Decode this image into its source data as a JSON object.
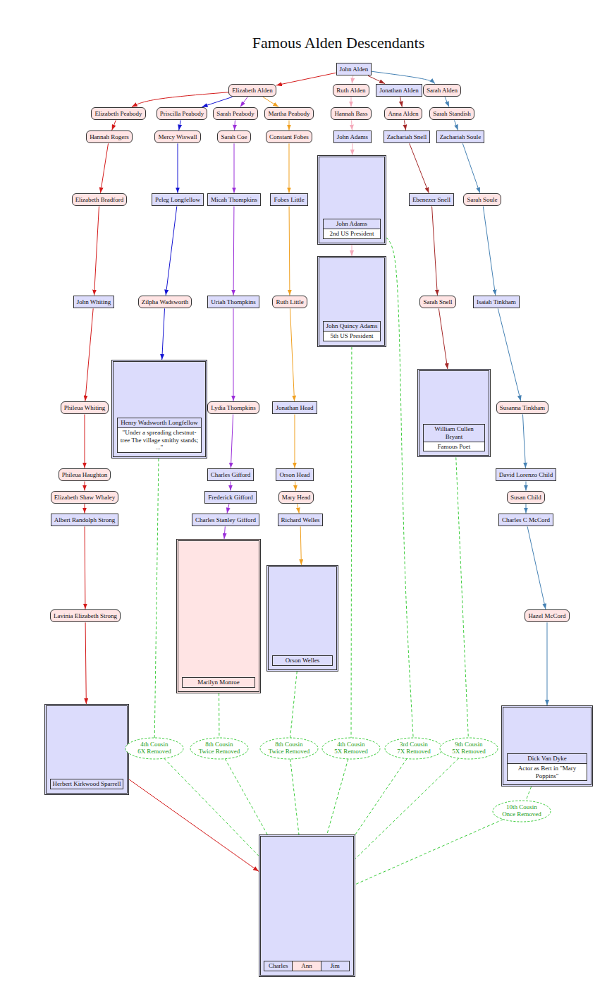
{
  "diagram": {
    "title": "Famous Alden Descendants",
    "nodes": [
      {
        "text": [
          "John Alden"
        ]
      },
      {
        "text": [
          "Elizabeth Alden"
        ]
      },
      {
        "text": [
          "Ruth Alden"
        ]
      },
      {
        "text": [
          "Jonathan Alden"
        ]
      },
      {
        "text": [
          "Sarah Alden"
        ]
      },
      {
        "text": [
          "Elizabeth Peabody"
        ]
      },
      {
        "text": [
          "Priscilla Peabody"
        ]
      },
      {
        "text": [
          "Sarah Peabody"
        ]
      },
      {
        "text": [
          "Martha Peabody"
        ]
      },
      {
        "text": [
          "Hannah Bass"
        ]
      },
      {
        "text": [
          "Anna Alden"
        ]
      },
      {
        "text": [
          "Sarah Standish"
        ]
      },
      {
        "text": [
          "Hannah Rogers"
        ]
      },
      {
        "text": [
          "Mercy Wiswall"
        ]
      },
      {
        "text": [
          "Sarah Coe"
        ]
      },
      {
        "text": [
          "Constant Fobes"
        ]
      },
      {
        "text": [
          "John Adams"
        ]
      },
      {
        "text": [
          "Zachariah Snell"
        ]
      },
      {
        "text": [
          "Zachariah Soule"
        ]
      },
      {
        "text": [
          "Elizabeth Bradford"
        ]
      },
      {
        "text": [
          "Peleg Longfellow"
        ]
      },
      {
        "text": [
          "Micah Thompkins"
        ]
      },
      {
        "text": [
          "Fobes Little"
        ]
      },
      {
        "text": [
          "John Adams",
          "2nd US President"
        ]
      },
      {
        "text": [
          "Ebenezer Snell"
        ]
      },
      {
        "text": [
          "Sarah Soule"
        ]
      },
      {
        "text": [
          "John Quincy Adams",
          "5th US President"
        ]
      },
      {
        "text": [
          "John Whiting"
        ]
      },
      {
        "text": [
          "Zilpha Wadsworth"
        ]
      },
      {
        "text": [
          "Uriah Thompkins"
        ]
      },
      {
        "text": [
          "Ruth Little"
        ]
      },
      {
        "text": [
          "Sarah Snell"
        ]
      },
      {
        "text": [
          "Isaiah Tinkham"
        ]
      },
      {
        "text": [
          "Henry Wadsworth Longfellow",
          "\"Under a spreading chestnut-tree The village smithy stands; ...\""
        ]
      },
      {
        "text": [
          "William Cullen Bryant",
          "Famous Poet"
        ]
      },
      {
        "text": [
          "Phileua Whiting"
        ]
      },
      {
        "text": [
          "Lydia Thompkins"
        ]
      },
      {
        "text": [
          "Jonathan Head"
        ]
      },
      {
        "text": [
          "Susanna Tinkham"
        ]
      },
      {
        "text": [
          "Phileua Haughton"
        ]
      },
      {
        "text": [
          "Charles Gifford"
        ]
      },
      {
        "text": [
          "Orson Head"
        ]
      },
      {
        "text": [
          "David Lorenzo Child"
        ]
      },
      {
        "text": [
          "Elizabeth Shaw Whaley"
        ]
      },
      {
        "text": [
          "Frederick Gifford"
        ]
      },
      {
        "text": [
          "Mary Head"
        ]
      },
      {
        "text": [
          "Susan Child"
        ]
      },
      {
        "text": [
          "Albert Randolph Strong"
        ]
      },
      {
        "text": [
          "Charles Stanley Gifford"
        ]
      },
      {
        "text": [
          "Richard Welles"
        ]
      },
      {
        "text": [
          "Charles C McCord"
        ]
      },
      {
        "text": [
          "Marilyn Monroe"
        ]
      },
      {
        "text": [
          "Orson Welles"
        ]
      },
      {
        "text": [
          "Lavinia Elizabeth Strong"
        ]
      },
      {
        "text": [
          "Hazel McCord"
        ]
      },
      {
        "text": [
          "Herbert Kirkwood Sparrell"
        ]
      },
      {
        "text": [
          "Dick Van Dyke",
          "Actor as Bert in \"Mary Poppins\""
        ]
      },
      {
        "text": [
          "4th Cousin 6X Removed"
        ]
      },
      {
        "text": [
          "8th Cousin Twice Removed"
        ]
      },
      {
        "text": [
          "8th Cousin Twice Removed"
        ]
      },
      {
        "text": [
          "4th Cousin 5X Removed"
        ]
      },
      {
        "text": [
          "3rd Cousin 7X Removed"
        ]
      },
      {
        "text": [
          "9th Cousin 5X Removed"
        ]
      },
      {
        "text": [
          "10th Cousin Once Removed"
        ]
      },
      {
        "text": [
          "Charles",
          "Ann",
          "Jim"
        ]
      }
    ],
    "edges": [
      {
        "from": 0,
        "to": 1,
        "arrow": "to"
      },
      {
        "from": 1,
        "to": 5,
        "arrow": "to"
      },
      {
        "from": 5,
        "to": 12,
        "arrow": "to"
      },
      {
        "from": 12,
        "to": 19,
        "arrow": "to"
      },
      {
        "from": 19,
        "to": 27,
        "arrow": "to"
      },
      {
        "from": 27,
        "to": 35,
        "arrow": "to"
      },
      {
        "from": 35,
        "to": 39,
        "arrow": "to"
      },
      {
        "from": 39,
        "to": 43,
        "arrow": "to"
      },
      {
        "from": 43,
        "to": 47,
        "arrow": "to"
      },
      {
        "from": 47,
        "to": 53,
        "arrow": "to"
      },
      {
        "from": 53,
        "to": 55,
        "arrow": "to"
      },
      {
        "from": 55,
        "to": 64,
        "arrow": "to"
      },
      {
        "from": 0,
        "to": 2,
        "arrow": "to"
      },
      {
        "from": 2,
        "to": 9,
        "arrow": "to"
      },
      {
        "from": 9,
        "to": 16,
        "arrow": "to"
      },
      {
        "from": 16,
        "to": 23,
        "arrow": "to"
      },
      {
        "from": 23,
        "to": 26,
        "arrow": "to"
      },
      {
        "from": 0,
        "to": 3,
        "arrow": "to"
      },
      {
        "from": 3,
        "to": 10,
        "arrow": "to"
      },
      {
        "from": 10,
        "to": 17,
        "arrow": "to"
      },
      {
        "from": 17,
        "to": 24,
        "arrow": "to"
      },
      {
        "from": 24,
        "to": 31,
        "arrow": "to"
      },
      {
        "from": 31,
        "to": 34,
        "arrow": "to"
      },
      {
        "from": 0,
        "to": 4,
        "arrow": "to"
      },
      {
        "from": 4,
        "to": 11,
        "arrow": "to"
      },
      {
        "from": 11,
        "to": 18,
        "arrow": "to"
      },
      {
        "from": 18,
        "to": 25,
        "arrow": "to"
      },
      {
        "from": 25,
        "to": 32,
        "arrow": "to"
      },
      {
        "from": 32,
        "to": 38,
        "arrow": "to"
      },
      {
        "from": 38,
        "to": 42,
        "arrow": "to"
      },
      {
        "from": 42,
        "to": 46,
        "arrow": "to"
      },
      {
        "from": 46,
        "to": 50,
        "arrow": "to"
      },
      {
        "from": 50,
        "to": 54,
        "arrow": "to"
      },
      {
        "from": 54,
        "to": 56,
        "arrow": "to"
      },
      {
        "from": 1,
        "to": 6,
        "arrow": "to"
      },
      {
        "from": 6,
        "to": 13,
        "arrow": "to"
      },
      {
        "from": 13,
        "to": 20,
        "arrow": "to"
      },
      {
        "from": 20,
        "to": 28,
        "arrow": "to"
      },
      {
        "from": 28,
        "to": 33,
        "arrow": "to"
      },
      {
        "from": 1,
        "to": 7,
        "arrow": "to"
      },
      {
        "from": 7,
        "to": 14,
        "arrow": "to"
      },
      {
        "from": 14,
        "to": 21,
        "arrow": "to"
      },
      {
        "from": 21,
        "to": 29,
        "arrow": "to"
      },
      {
        "from": 29,
        "to": 36,
        "arrow": "to"
      },
      {
        "from": 36,
        "to": 40,
        "arrow": "to"
      },
      {
        "from": 40,
        "to": 44,
        "arrow": "to"
      },
      {
        "from": 44,
        "to": 48,
        "arrow": "to"
      },
      {
        "from": 48,
        "to": 51,
        "arrow": "to"
      },
      {
        "from": 1,
        "to": 8,
        "arrow": "to"
      },
      {
        "from": 8,
        "to": 15,
        "arrow": "to"
      },
      {
        "from": 15,
        "to": 22,
        "arrow": "to"
      },
      {
        "from": 22,
        "to": 30,
        "arrow": "to"
      },
      {
        "from": 30,
        "to": 37,
        "arrow": "to"
      },
      {
        "from": 37,
        "to": 41,
        "arrow": "to"
      },
      {
        "from": 41,
        "to": 45,
        "arrow": "to"
      },
      {
        "from": 45,
        "to": 49,
        "arrow": "to"
      },
      {
        "from": 49,
        "to": 52,
        "arrow": "to"
      },
      {
        "from": 33,
        "to": 57,
        "arrow": "none"
      },
      {
        "from": 57,
        "to": 64,
        "arrow": "none"
      },
      {
        "from": 51,
        "to": 58,
        "arrow": "none"
      },
      {
        "from": 58,
        "to": 64,
        "arrow": "none"
      },
      {
        "from": 52,
        "to": 59,
        "arrow": "none"
      },
      {
        "from": 59,
        "to": 64,
        "arrow": "none"
      },
      {
        "from": 26,
        "to": 60,
        "arrow": "none"
      },
      {
        "from": 60,
        "to": 64,
        "arrow": "none"
      },
      {
        "from": 23,
        "to": 61,
        "arrow": "none"
      },
      {
        "from": 61,
        "to": 64,
        "arrow": "none"
      },
      {
        "from": 34,
        "to": 62,
        "arrow": "none"
      },
      {
        "from": 62,
        "to": 64,
        "arrow": "none"
      },
      {
        "from": 56,
        "to": 63,
        "arrow": "none"
      },
      {
        "from": 63,
        "to": 64,
        "arrow": "none"
      }
    ]
  }
}
